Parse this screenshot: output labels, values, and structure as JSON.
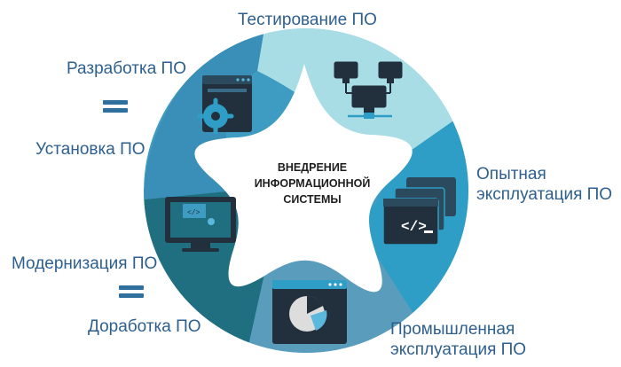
{
  "center": {
    "title": "ВНЕДРЕНИЕ\nИНФОРМАЦИОННОЙ\nСИСТЕМЫ"
  },
  "stages": {
    "testing": "Тестирование ПО",
    "development": "Разработка ПО",
    "installation": "Установка ПО",
    "pilot": "Опытная\nэксплуатация ПО",
    "modernization": "Модернизация ПО",
    "refinement": "Доработка ПО",
    "production": "Промышленная\nэксплуатация ПО"
  },
  "colors": {
    "text": "#2d5f8f",
    "segment_top": "#a9dde6",
    "segment_upper_left": "#3e9cc2",
    "segment_right": "#2e9ec6",
    "segment_lower_left": "#1f6f80",
    "segment_bottom": "#5a9cbc",
    "icon_dark": "#21303c"
  },
  "icons": [
    "network-computers-icon",
    "gear-window-icon",
    "code-windows-icon",
    "monitor-icon",
    "pie-chart-window-icon",
    "equals-icon"
  ]
}
